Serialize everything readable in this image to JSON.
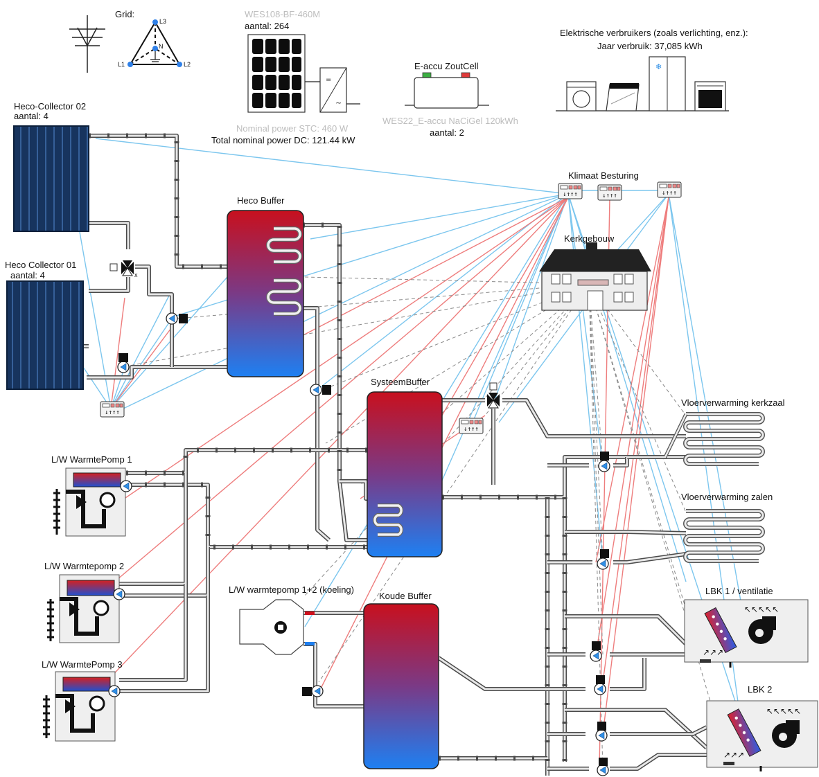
{
  "grid": {
    "label": "Grid:",
    "l1": "L1",
    "l2": "L2",
    "l3": "L3",
    "n": "N"
  },
  "pv": {
    "model": "WES108-BF-460M",
    "count": "aantal: 264",
    "nominal_power": "Nominal power STC: 460 W",
    "total_power": "Total nominal power DC: 121.44 kW"
  },
  "battery": {
    "name": "E-accu ZoutCell",
    "model": "WES22_E-accu NaCiGel 120kWh",
    "count": "aantal: 2"
  },
  "consumers": {
    "title": "Elektrische verbruikers (zoals verlichting, enz.):",
    "annual": "Jaar verbruik: 37,085 kWh"
  },
  "collectors": [
    {
      "name": "Heco-Collector 02",
      "count": "aantal: 4"
    },
    {
      "name": "Heco Collector 01",
      "count": "aantal: 4"
    }
  ],
  "buffers": {
    "heco": "Heco Buffer",
    "system": "SysteemBuffer",
    "cold": "Koude Buffer"
  },
  "climate_control": "Klimaat Besturing",
  "building": "Kerkgebouw",
  "heatpumps": [
    "L/W WarmtePomp 1",
    "L/W Warmtepomp 2",
    "L/W WarmtePomp 3"
  ],
  "cooling_hp": "L/W warmtepomp 1+2 (koeling)",
  "floor_heating": [
    "Vloerverwarming kerkzaal",
    "Vloerverwarming zalen"
  ],
  "ahu": [
    "LBK 1 / ventilatie",
    "LBK 2"
  ],
  "colors": {
    "hot": "#d0101c",
    "cold": "#1e7ff0",
    "panel": "#1c3d6e",
    "signal_heat": "#ee7d7d",
    "signal_info": "#7cc6ee"
  }
}
